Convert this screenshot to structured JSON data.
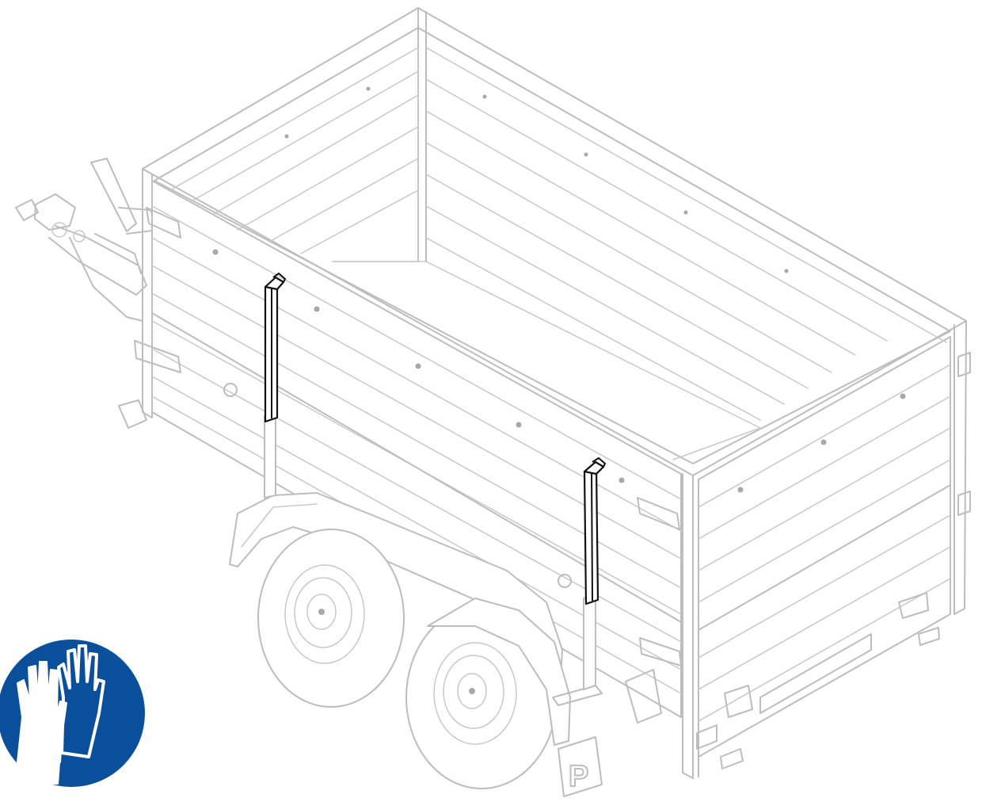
{
  "figure": {
    "subject": "tipping-trailer-with-stake-supports",
    "highlighted_parts": [
      "front-stake-post",
      "rear-stake-post"
    ]
  },
  "logo": {
    "letter": "P"
  },
  "safety_sign": {
    "icon": "protective-gloves-icon",
    "background_color": "#0a4f9b",
    "symbol_color": "#ffffff"
  },
  "colors": {
    "outline": "#bdbdbd",
    "highlight": "#111111"
  }
}
